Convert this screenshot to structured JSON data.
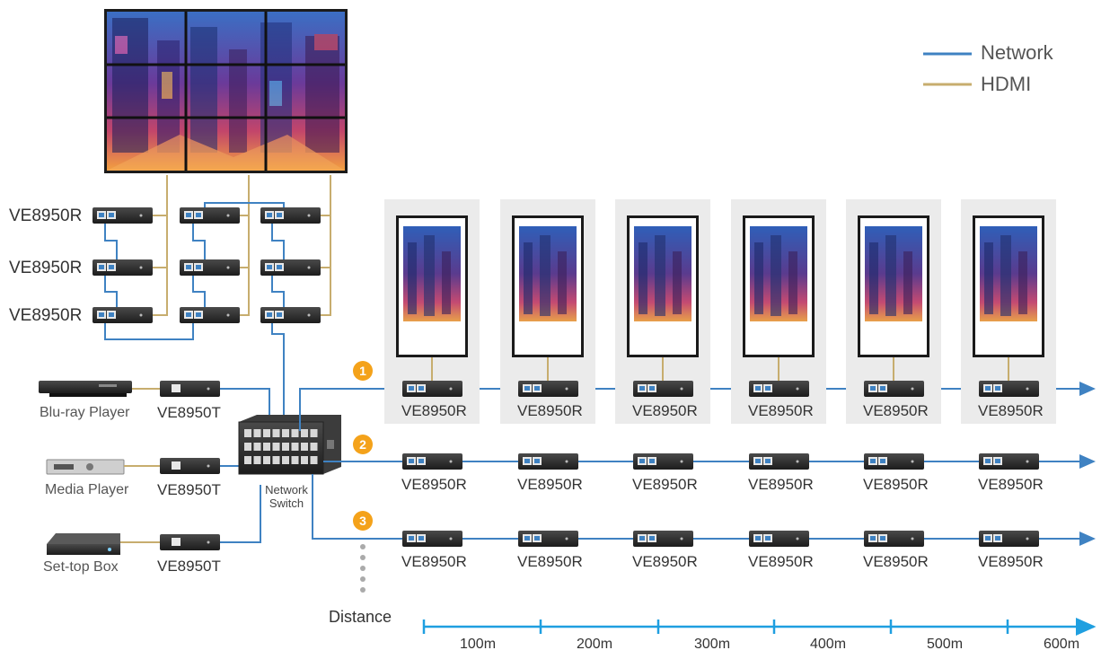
{
  "legend": {
    "network": "Network",
    "hdmi": "HDMI"
  },
  "colors": {
    "network": "#3f82c2",
    "hdmi": "#c7ad6e",
    "distance_axis": "#1f9fe0",
    "step_badge": "#f4a21a",
    "device_body": "#2b2b2b"
  },
  "video_wall": {
    "receivers": [
      "VE8950R",
      "VE8950R",
      "VE8950R"
    ]
  },
  "sources": [
    {
      "device": "Blu-ray Player",
      "transmitter": "VE8950T"
    },
    {
      "device": "Media Player",
      "transmitter": "VE8950T"
    },
    {
      "device": "Set-top Box",
      "transmitter": "VE8950T"
    }
  ],
  "switch": {
    "label_line1": "Network",
    "label_line2": "Switch"
  },
  "rows": [
    {
      "badge": "1",
      "receivers": [
        "VE8950R",
        "VE8950R",
        "VE8950R",
        "VE8950R",
        "VE8950R",
        "VE8950R"
      ]
    },
    {
      "badge": "2",
      "receivers": [
        "VE8950R",
        "VE8950R",
        "VE8950R",
        "VE8950R",
        "VE8950R",
        "VE8950R"
      ]
    },
    {
      "badge": "3",
      "receivers": [
        "VE8950R",
        "VE8950R",
        "VE8950R",
        "VE8950R",
        "VE8950R",
        "VE8950R"
      ]
    }
  ],
  "distance": {
    "label": "Distance",
    "ticks": [
      "100m",
      "200m",
      "300m",
      "400m",
      "500m",
      "600m"
    ]
  }
}
